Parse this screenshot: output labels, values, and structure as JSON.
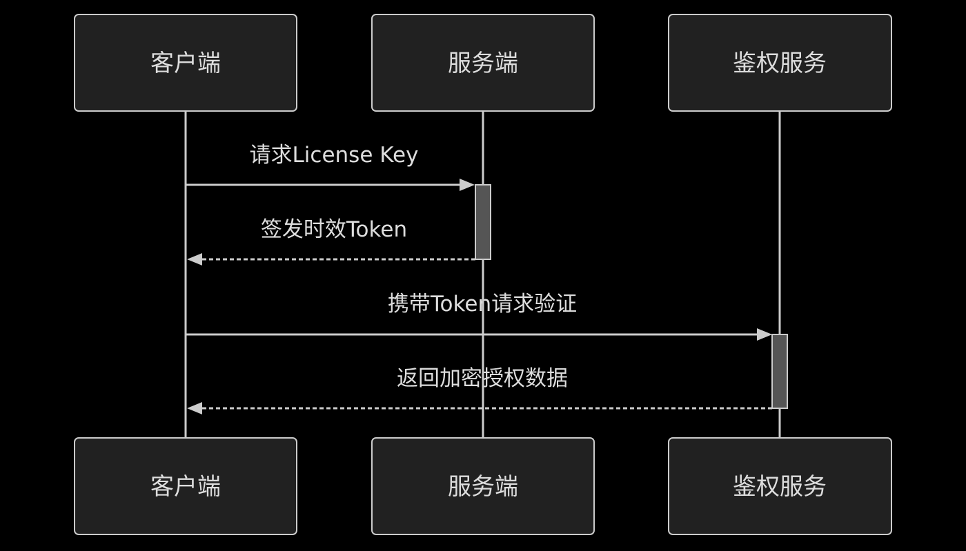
{
  "participants": [
    {
      "name": "客户端"
    },
    {
      "name": "服务端"
    },
    {
      "name": "鉴权服务"
    }
  ],
  "messages": [
    {
      "from": 0,
      "to": 1,
      "label": "请求License Key",
      "dashed": false
    },
    {
      "from": 1,
      "to": 0,
      "label": "签发时效Token",
      "dashed": true
    },
    {
      "from": 0,
      "to": 2,
      "label": "携带Token请求验证",
      "dashed": false
    },
    {
      "from": 2,
      "to": 0,
      "label": "返回加密授权数据",
      "dashed": true
    }
  ],
  "colors": {
    "background": "#000000",
    "box_fill": "#212121",
    "stroke": "#cccccc",
    "activation_fill": "#555555",
    "text": "#dddddd"
  }
}
